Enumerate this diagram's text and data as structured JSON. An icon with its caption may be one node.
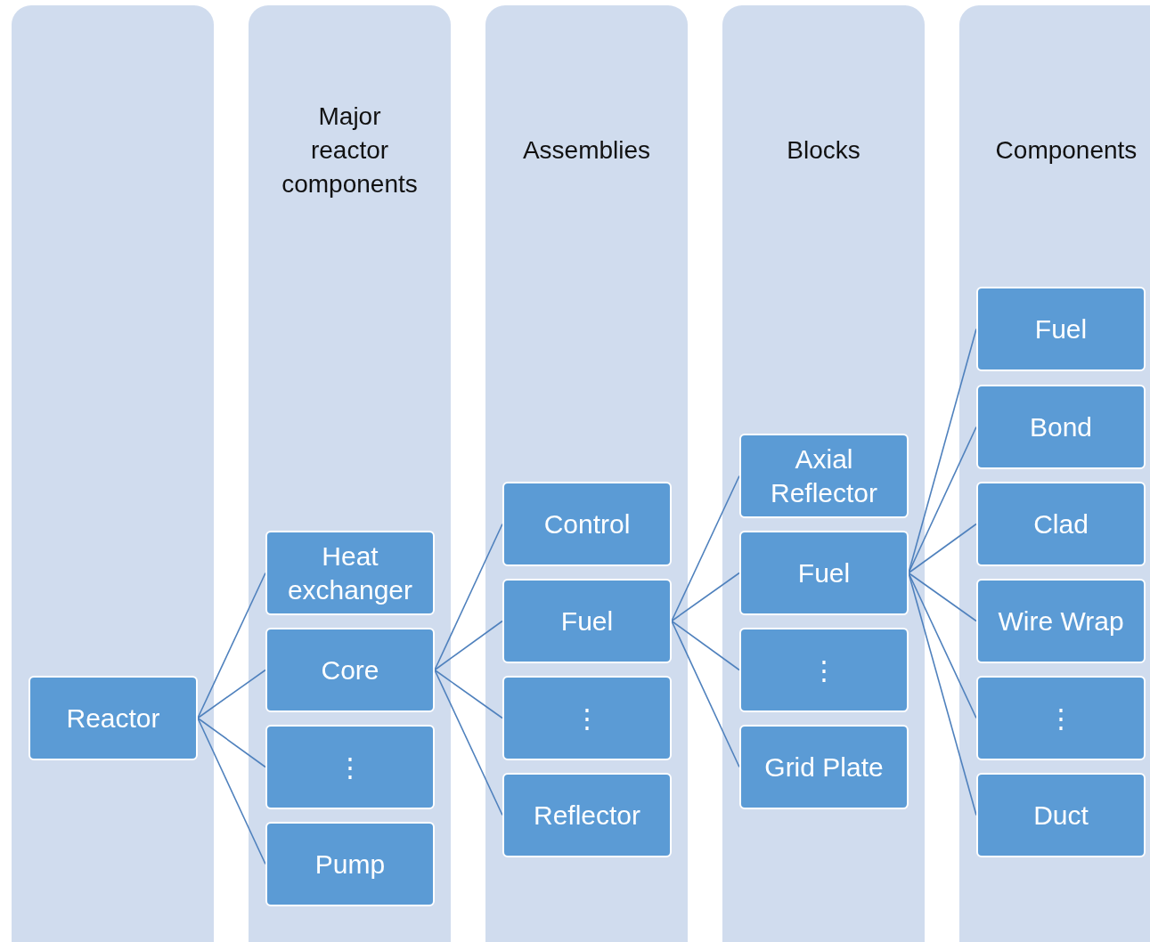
{
  "diagram": {
    "nodes": [
      {
        "text": [],
        "shape": "box"
      },
      {
        "text": [
          "Major reactor components"
        ]
      },
      {
        "text": [
          "Assemblies"
        ]
      },
      {
        "text": [
          "Blocks"
        ]
      },
      {
        "text": [
          "Components"
        ]
      },
      {
        "text": [
          "Reactor"
        ],
        "in": 0
      },
      {
        "text": [
          "Heat exchanger"
        ],
        "in": 1
      },
      {
        "text": [
          "Core"
        ],
        "in": 1
      },
      {
        "text": [
          "⋮"
        ],
        "in": 1
      },
      {
        "text": [
          "Pump"
        ],
        "in": 1
      },
      {
        "text": [
          "Control"
        ],
        "in": 2
      },
      {
        "text": [
          "Fuel"
        ],
        "in": 2
      },
      {
        "text": [
          "⋮"
        ],
        "in": 2
      },
      {
        "text": [
          "Reflector"
        ],
        "in": 2
      },
      {
        "text": [
          "Axial Reflector"
        ],
        "in": 3
      },
      {
        "text": [
          "Fuel"
        ],
        "in": 3
      },
      {
        "text": [
          "⋮"
        ],
        "in": 3
      },
      {
        "text": [
          "Grid Plate"
        ],
        "in": 3
      },
      {
        "text": [
          "Fuel"
        ],
        "in": 4
      },
      {
        "text": [
          "Bond"
        ],
        "in": 4
      },
      {
        "text": [
          "Clad"
        ],
        "in": 4
      },
      {
        "text": [
          "Wire Wrap"
        ],
        "in": 4
      },
      {
        "text": [
          "⋮"
        ],
        "in": 4
      },
      {
        "text": [
          "Duct"
        ],
        "in": 4
      }
    ],
    "edges": [
      {
        "from": 5,
        "to": 6,
        "arrow": "none"
      },
      {
        "from": 5,
        "to": 7,
        "arrow": "none"
      },
      {
        "from": 5,
        "to": 8,
        "arrow": "none"
      },
      {
        "from": 5,
        "to": 9,
        "arrow": "none"
      },
      {
        "from": 7,
        "to": 10,
        "arrow": "none"
      },
      {
        "from": 7,
        "to": 11,
        "arrow": "none"
      },
      {
        "from": 7,
        "to": 12,
        "arrow": "none"
      },
      {
        "from": 7,
        "to": 13,
        "arrow": "none"
      },
      {
        "from": 11,
        "to": 14,
        "arrow": "none"
      },
      {
        "from": 11,
        "to": 15,
        "arrow": "none"
      },
      {
        "from": 11,
        "to": 16,
        "arrow": "none"
      },
      {
        "from": 11,
        "to": 17,
        "arrow": "none"
      },
      {
        "from": 15,
        "to": 18,
        "arrow": "none"
      },
      {
        "from": 15,
        "to": 19,
        "arrow": "none"
      },
      {
        "from": 15,
        "to": 20,
        "arrow": "none"
      },
      {
        "from": 15,
        "to": 21,
        "arrow": "none"
      },
      {
        "from": 15,
        "to": 22,
        "arrow": "none"
      },
      {
        "from": 15,
        "to": 23,
        "arrow": "none"
      }
    ]
  }
}
